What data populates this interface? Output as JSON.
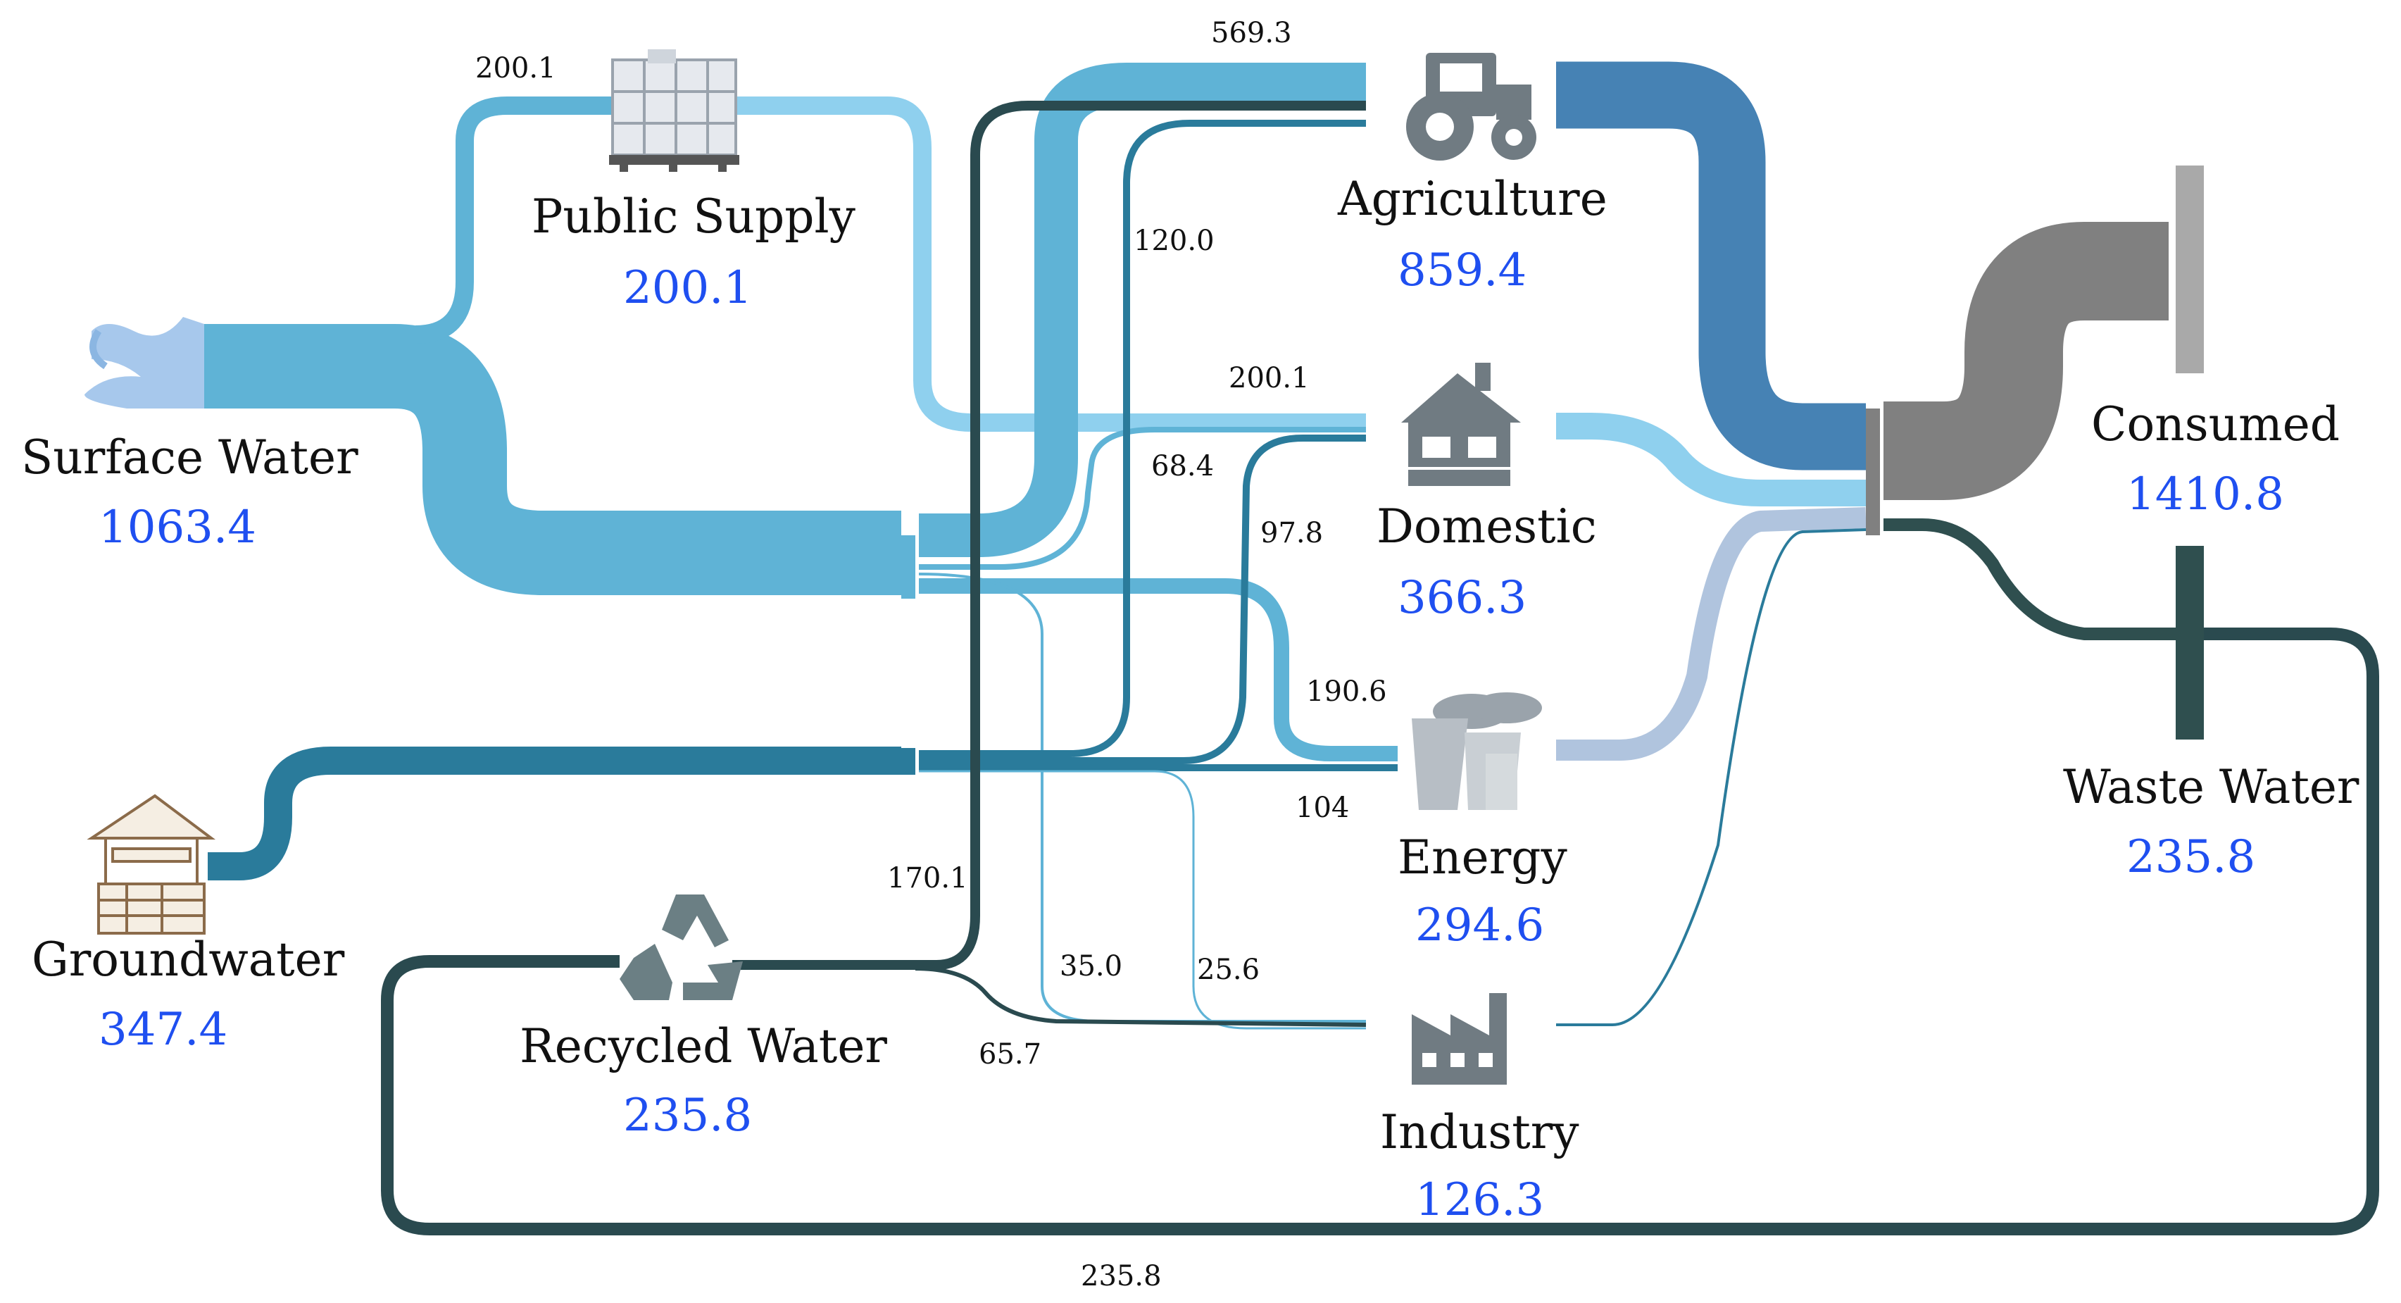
{
  "nodes": {
    "surface_water": {
      "name": "Surface Water",
      "value": "1063.4"
    },
    "groundwater": {
      "name": "Groundwater",
      "value": "347.4"
    },
    "public_supply": {
      "name": "Public Supply",
      "value": "200.1"
    },
    "recycled_water": {
      "name": "Recycled Water",
      "value": "235.8"
    },
    "agriculture": {
      "name": "Agriculture",
      "value": "859.4"
    },
    "domestic": {
      "name": "Domestic",
      "value": "366.3"
    },
    "energy": {
      "name": "Energy",
      "value": "294.6"
    },
    "industry": {
      "name": "Industry",
      "value": "126.3"
    },
    "consumed": {
      "name": "Consumed",
      "value": "1410.8"
    },
    "waste_water": {
      "name": "Waste Water",
      "value": "235.8"
    }
  },
  "flow_labels": {
    "public_supply_in": "200.1",
    "agriculture_surface": "569.3",
    "agriculture_ground": "120.0",
    "domestic_public": "200.1",
    "domestic_surface": "68.4",
    "domestic_ground": "97.8",
    "energy_surface": "190.6",
    "energy_ground": "104",
    "agriculture_recycled": "170.1",
    "industry_surface": "35.0",
    "industry_ground": "25.6",
    "industry_recycled": "65.7",
    "recycle_loop": "235.8"
  },
  "icons": [
    "water-spring-icon",
    "well-icon",
    "water-tank-icon",
    "recycle-icon",
    "tractor-icon",
    "house-icon",
    "power-plant-icon",
    "factory-icon"
  ],
  "colors": {
    "surface": "#5fb3d6",
    "public": "#8fd0ee",
    "ground": "#2a7b9b",
    "recycled": "#2a4a4f",
    "agriculture_out": "#4682b4",
    "domestic_out": "#8fd0ee",
    "energy_out": "#b0c4de",
    "industry_out": "#2a7b9b",
    "consumed": "#808080",
    "waste": "#2f4f4f",
    "value_text": "#1f4ff0"
  }
}
